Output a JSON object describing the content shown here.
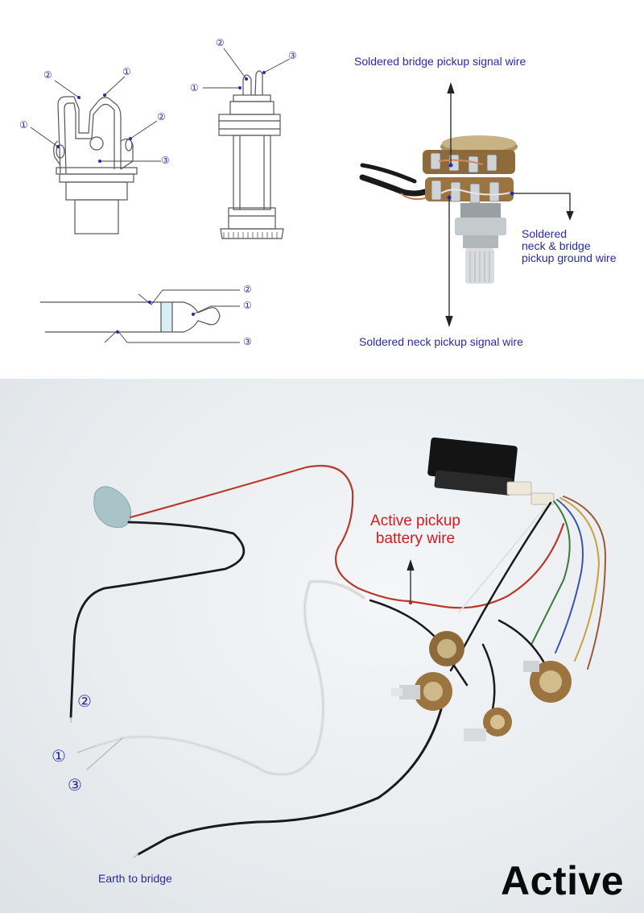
{
  "diagram": {
    "markers": {
      "one": "①",
      "two": "②",
      "three": "③"
    },
    "pot_labels": {
      "bridge_signal": "Soldered bridge pickup signal wire",
      "ground_line1": "Soldered",
      "ground_line2": "neck & bridge",
      "ground_line3": "pickup ground wire",
      "neck_signal": "Soldered neck pickup signal wire"
    },
    "photo_labels": {
      "battery_line1": "Active pickup",
      "battery_line2": "battery wire",
      "earth": "Earth to bridge",
      "corner_title": "Active"
    },
    "colors": {
      "label_blue": "#2a2aa8",
      "label_red": "#d21c1c",
      "line_art": "#555555",
      "wire_red": "#b83a2a",
      "wire_black": "#1a1a1a",
      "wire_white": "#e8e8e8"
    }
  }
}
